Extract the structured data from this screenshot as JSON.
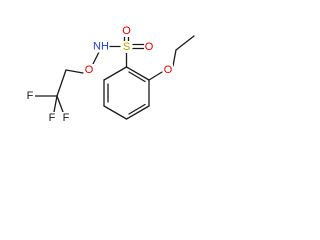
{
  "molecule": {
    "atoms": [
      {
        "id": "O_sulf_top",
        "label": "O",
        "color": "#e00000"
      },
      {
        "id": "S",
        "label": "S",
        "color": "#b8a000"
      },
      {
        "id": "O_sulf_right",
        "label": "O",
        "color": "#e00000"
      },
      {
        "id": "NH",
        "label": "NH",
        "color": "#1f3fdb"
      },
      {
        "id": "O_link",
        "label": "O",
        "color": "#e00000"
      },
      {
        "id": "O_ether",
        "label": "O",
        "color": "#e00000"
      },
      {
        "id": "F_top",
        "label": "F",
        "color": "#1a1a1a"
      },
      {
        "id": "F_left",
        "label": "F",
        "color": "#1a1a1a"
      },
      {
        "id": "F_bottom",
        "label": "F",
        "color": "#1a1a1a"
      }
    ]
  }
}
